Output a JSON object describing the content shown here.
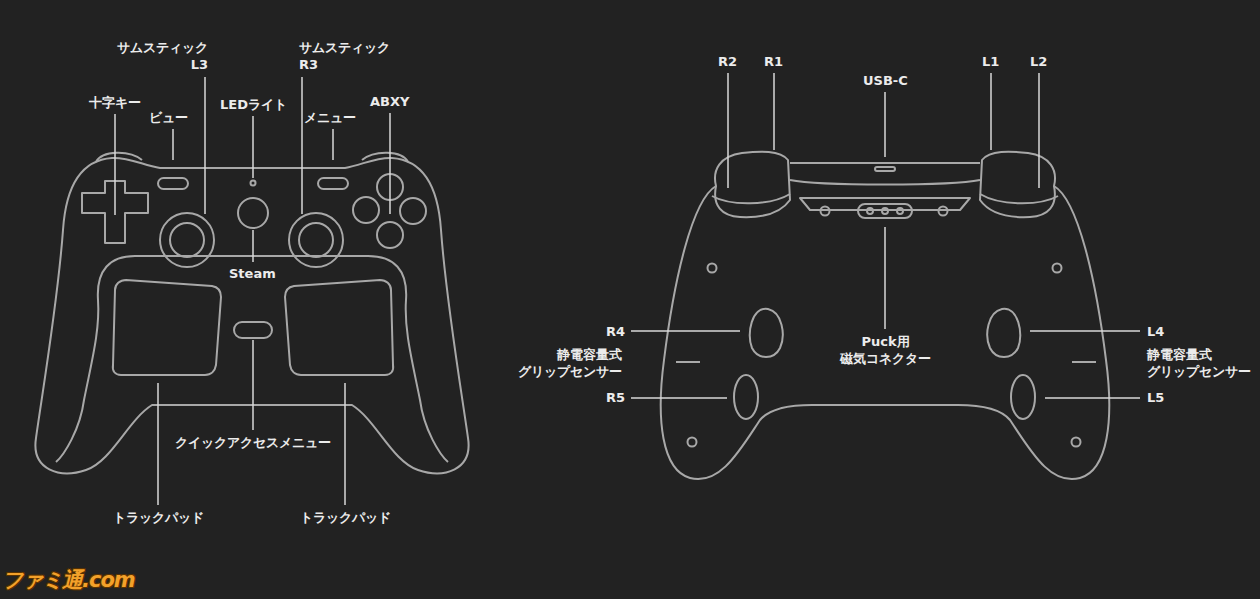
{
  "diagram": {
    "labels": [
      "サムスティック L3",
      "サムスティック R3",
      "十字キー",
      "ビュー",
      "LEDライト",
      "メニュー",
      "ABXY",
      "Steam",
      "クイックアクセスメニュー",
      "トラックパッド",
      "トラックパッド",
      "R2",
      "R1",
      "USB-C",
      "L1",
      "L2",
      "Puck用 磁気コネクター",
      "R4",
      "静電容量式 グリップセンサー",
      "R5",
      "L4",
      "静電容量式 グリップセンサー",
      "L5",
      "ファミ通.com"
    ]
  }
}
